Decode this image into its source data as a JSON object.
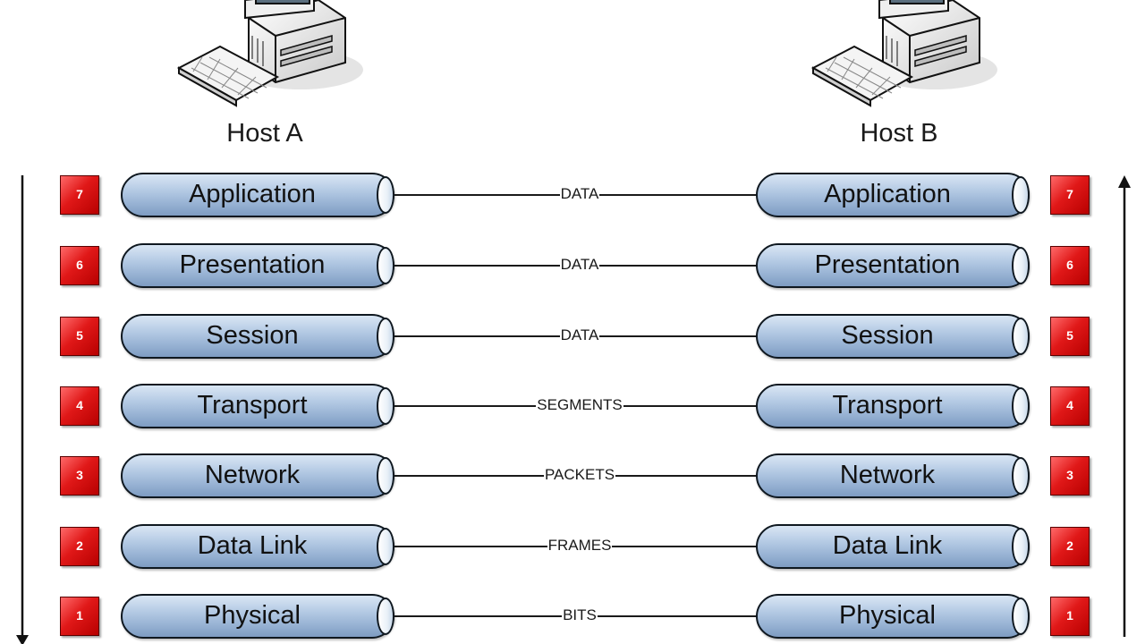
{
  "hosts": {
    "a": {
      "label": "Host A"
    },
    "b": {
      "label": "Host B"
    }
  },
  "layers": [
    {
      "number": "7",
      "name": "Application",
      "pdu": "DATA"
    },
    {
      "number": "6",
      "name": "Presentation",
      "pdu": "DATA"
    },
    {
      "number": "5",
      "name": "Session",
      "pdu": "DATA"
    },
    {
      "number": "4",
      "name": "Transport",
      "pdu": "SEGMENTS"
    },
    {
      "number": "3",
      "name": "Network",
      "pdu": "PACKETS"
    },
    {
      "number": "2",
      "name": "Data Link",
      "pdu": "FRAMES"
    },
    {
      "number": "1",
      "name": "Physical",
      "pdu": "BITS"
    }
  ],
  "colors": {
    "badge": "#e01818",
    "cylinder": "#a9c1de",
    "line": "#1a1a1a"
  },
  "icons": {
    "host": "desktop-computer-icon",
    "down_arrow": "arrow-down-icon",
    "up_arrow": "arrow-up-icon"
  }
}
